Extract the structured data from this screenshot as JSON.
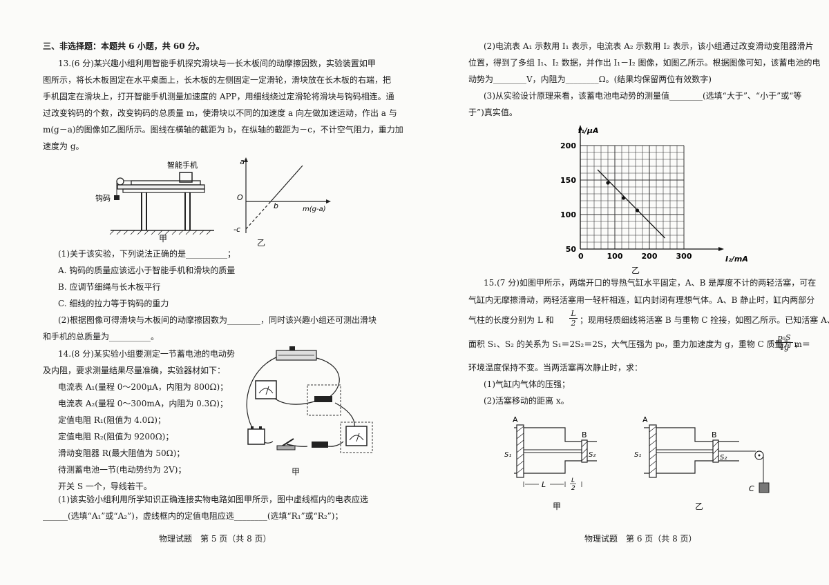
{
  "left": {
    "section_title": "三、非选择题：本题共 6 小题，共 60 分。",
    "q13": {
      "lines": [
        "13.(6 分)某兴趣小组利用智能手机探究滑块与一长木板间的动摩擦因数，实验装置如甲",
        "图所示，将长木板固定在水平桌面上，长木板的左侧固定一定滑轮，滑块放在长木板的右端，把",
        "手机固定在滑块上，打开智能手机测量加速度的 APP，用细线绕过定滑轮将滑块与钩码相连。通",
        "过改变钩码的个数，改变钩码的总质量 m，使滑块以不同的加速度 a 向左做加速运动，作出 a 与",
        "m(g－a)的图像如乙图所示。图线在横轴的截距为 b，在纵轴的截距为－c，不计空气阻力，重力加",
        "速度为 g。"
      ],
      "fig_jia": {
        "phone_label": "智能手机",
        "weight_label": "钩码",
        "caption": "甲"
      },
      "fig_yi": {
        "y_axis": "a",
        "x_axis": "m(g-a)",
        "origin": "O",
        "b_label": "b",
        "c_label": "-c",
        "caption": "乙"
      },
      "sub1": "(1)关于该实验，下列说法正确的是__________；",
      "options": [
        "A. 钩码的质量应该远小于智能手机和滑块的质量",
        "B. 应调节细绳与长木板平行",
        "C. 细线的拉力等于钩码的重力"
      ],
      "sub2_a": "(2)根据图像可得滑块与木板间的动摩擦因数为________，同时该兴趣小组还可测出滑块",
      "sub2_b": "和手机的总质量为__________。"
    },
    "q14": {
      "lines": [
        "14.(8 分)某实验小组要测定一节蓄电池的电动势",
        "及内阻，要求测量结果尽量准确，实验器材如下：",
        "电流表 A₁(量程 0～200μA，内阻为 800Ω)；",
        "电流表 A₂(量程 0～300mA，内阻为 0.3Ω)；",
        "定值电阻 R₁(阻值为 4.0Ω)；",
        "定值电阻 R₂(阻值为 9200Ω)；",
        "滑动变阻器 R(最大阻值为 50Ω)；",
        "待测蓄电池一节(电动势约为 2V)；",
        "开关 S 一个，导线若干。"
      ],
      "fig_caption": "甲",
      "sub1_a": "(1)该实验小组利用所学知识正确连接实物电路如图甲所示，图中虚线框内的电表应选",
      "sub1_b": "______(选填“A₁”或“A₂”)，虚线框内的定值电阻应选________(选填“R₁”或“R₂”)；"
    },
    "footer": "物理试题　第 5 页（共 8 页）"
  },
  "right": {
    "q14_cont": {
      "sub2_lines": [
        "(2)电流表 A₁ 示数用 I₁ 表示，电流表 A₂ 示数用 I₂ 表示，该小组通过改变滑动变阻器滑片",
        "位置，得到了多组 I₁、I₂ 数据，并作出 I₁－I₂ 图像，如图乙所示。根据图像可知，该蓄电池的电",
        "动势为________V，内阻为________Ω。(结果均保留两位有效数字)"
      ],
      "sub3_lines": [
        "(3)从实验设计原理来看，该蓄电池电动势的测量值________(选填“大于”、“小于”或“等",
        "于”)真实值。"
      ]
    },
    "chart_data": {
      "type": "scatter",
      "ylabel": "I₁/μA",
      "xlabel": "I₂/mA",
      "xlim": [
        0,
        300
      ],
      "ylim": [
        50,
        200
      ],
      "x_ticks": [
        "0",
        "100",
        "200",
        "300"
      ],
      "y_ticks": [
        "50",
        "100",
        "150",
        "200"
      ],
      "grid": true,
      "points": [
        {
          "x": 80,
          "y": 146
        },
        {
          "x": 125,
          "y": 124
        },
        {
          "x": 165,
          "y": 106
        }
      ],
      "fit_line": [
        {
          "x": 50,
          "y": 165
        },
        {
          "x": 245,
          "y": 66
        }
      ],
      "caption": "乙"
    },
    "q15": {
      "line1": "15.(7 分)如图甲所示，两端开口的导热气缸水平固定，A、B 是厚度不计的两轻活塞，可在",
      "line2": "气缸内无摩擦滑动，两轻活塞用一轻杆相连，缸内封闭有理想气体。A、B 静止时，缸内两部分",
      "line3_a": "气柱的长度分别为 L 和",
      "line3_b": "；现用轻质细线将活塞 B 与重物 C 拴接，如图乙所示。已知活塞 A、B",
      "frac1_num": "L",
      "frac1_den": "2",
      "line4_a": "面积 S₁、S₂ 的关系为 S₁＝2S₂＝2S，大气压强为 p₀，重力加速度为 g，重物 C 质量为 m＝",
      "frac2_num": "p₀S",
      "frac2_den": "4g",
      "line4_b": "，",
      "line5": "环境温度保持不变。当两活塞再次静止时，求：",
      "sub1": "(1)气缸内气体的压强；",
      "sub2": "(2)活塞移动的距离 x。",
      "fig_jia": {
        "A": "A",
        "B": "B",
        "S1": "S₁",
        "S2": "S₂",
        "L": "L",
        "L2_num": "L",
        "L2_den": "2",
        "caption": "甲"
      },
      "fig_yi": {
        "A": "A",
        "B": "B",
        "S1": "S₁",
        "S2": "S₂",
        "C": "C",
        "caption": "乙"
      }
    },
    "footer": "物理试题　第 6 页（共 8 页）"
  }
}
